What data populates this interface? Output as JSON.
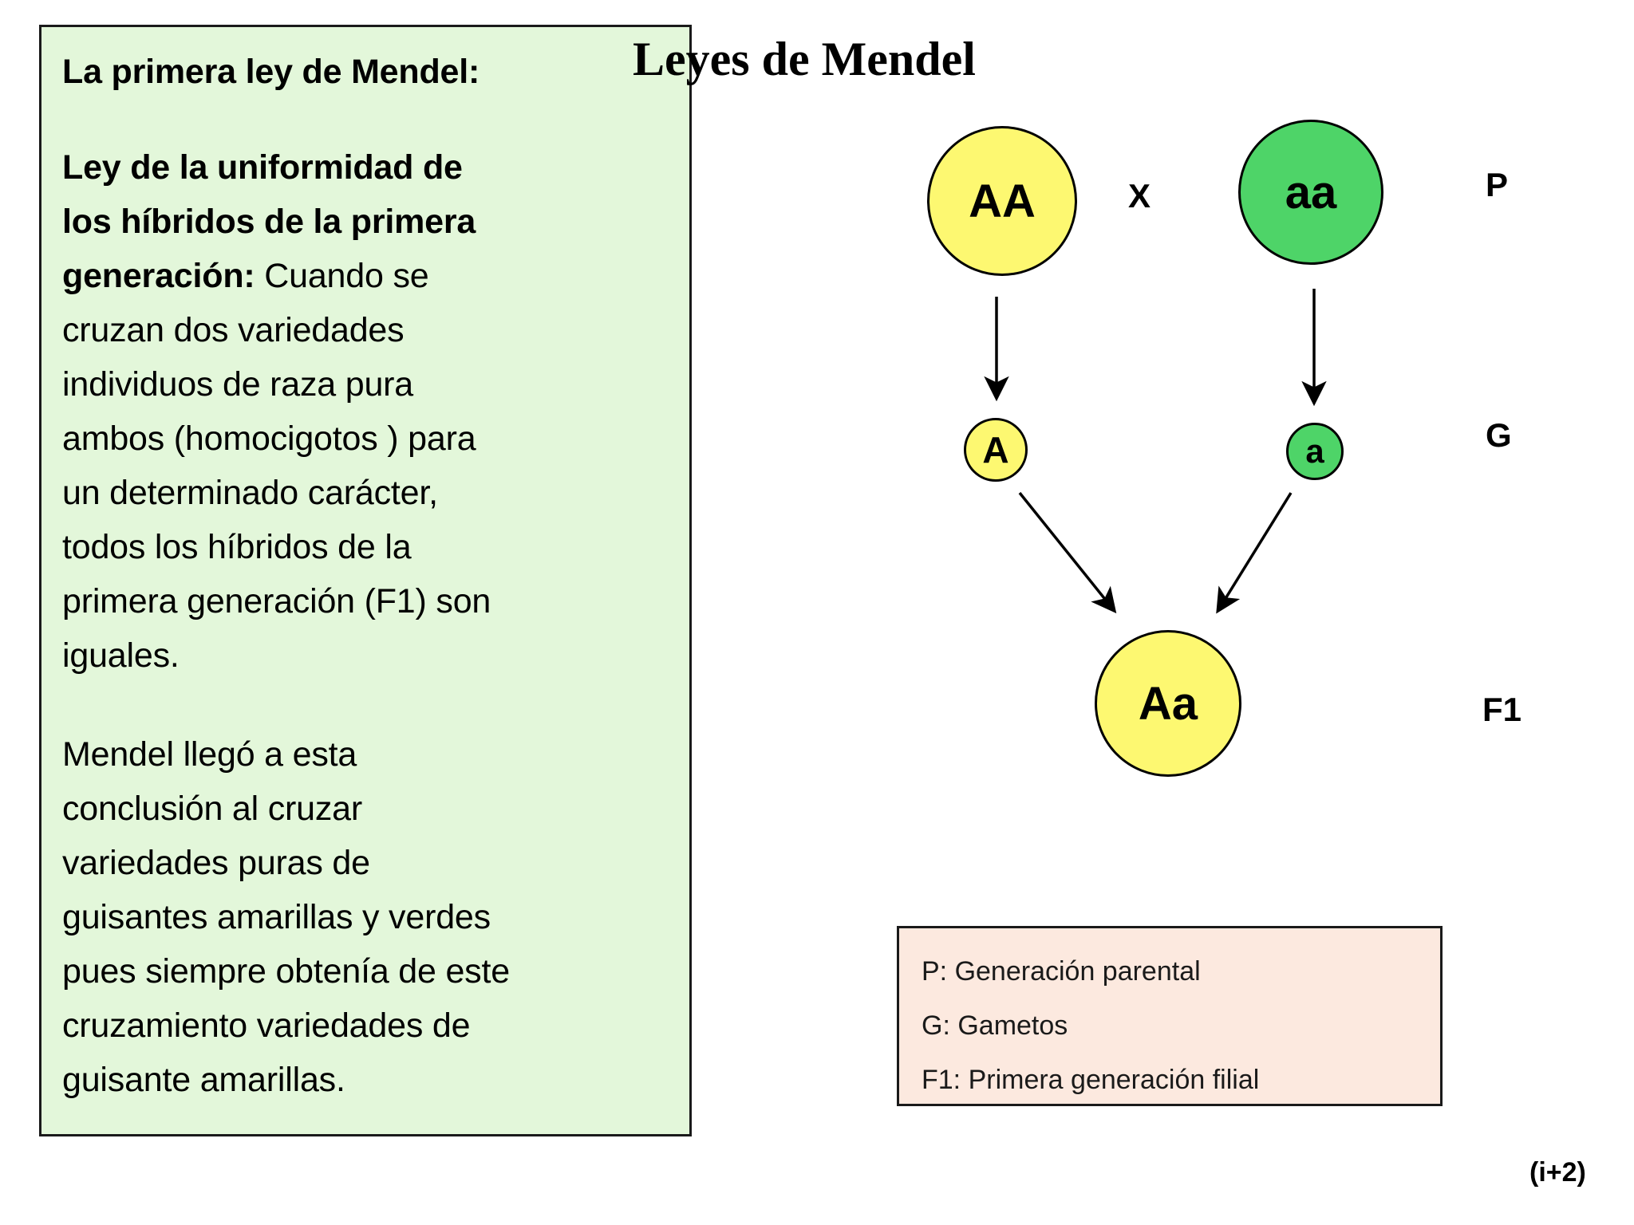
{
  "title": "Leyes de Mendel",
  "law_panel": {
    "heading": "La primera ley de Mendel:",
    "subheading_lines": [
      "Ley de la uniformidad de",
      "los híbridos de la primera",
      "generación:"
    ],
    "body_lines": [
      "generación: Cuando se",
      "cruzan dos variedades",
      "individuos de raza pura",
      "ambos (homocigotos ) para",
      "un determinado carácter,",
      "todos los híbridos de la",
      "primera generación (F1) son",
      "iguales."
    ],
    "paragraph2_lines": [
      "Mendel llegó a esta",
      "conclusión al cruzar",
      "variedades puras de",
      "guisantes amarillas y verdes",
      "pues siempre obtenía de este",
      "cruzamiento variedades de",
      "guisante amarillas."
    ]
  },
  "diagram": {
    "parent_left": "AA",
    "parent_right": "aa",
    "cross_symbol": "X",
    "gamete_left": "A",
    "gamete_right": "a",
    "offspring": "Aa",
    "row_label_p": "P",
    "row_label_g": "G",
    "row_label_f1": "F1"
  },
  "legend": {
    "lines": [
      "P: Generación parental",
      "G: Gametos",
      "F1: Primera generación filial"
    ]
  },
  "footer": {
    "tag": "(i+2)"
  },
  "colors": {
    "panel_bg": "#e3f7da",
    "legend_bg": "#fce9df",
    "yellow_allele": "#fdf871",
    "green_allele": "#4ed468",
    "stroke": "#000000"
  }
}
